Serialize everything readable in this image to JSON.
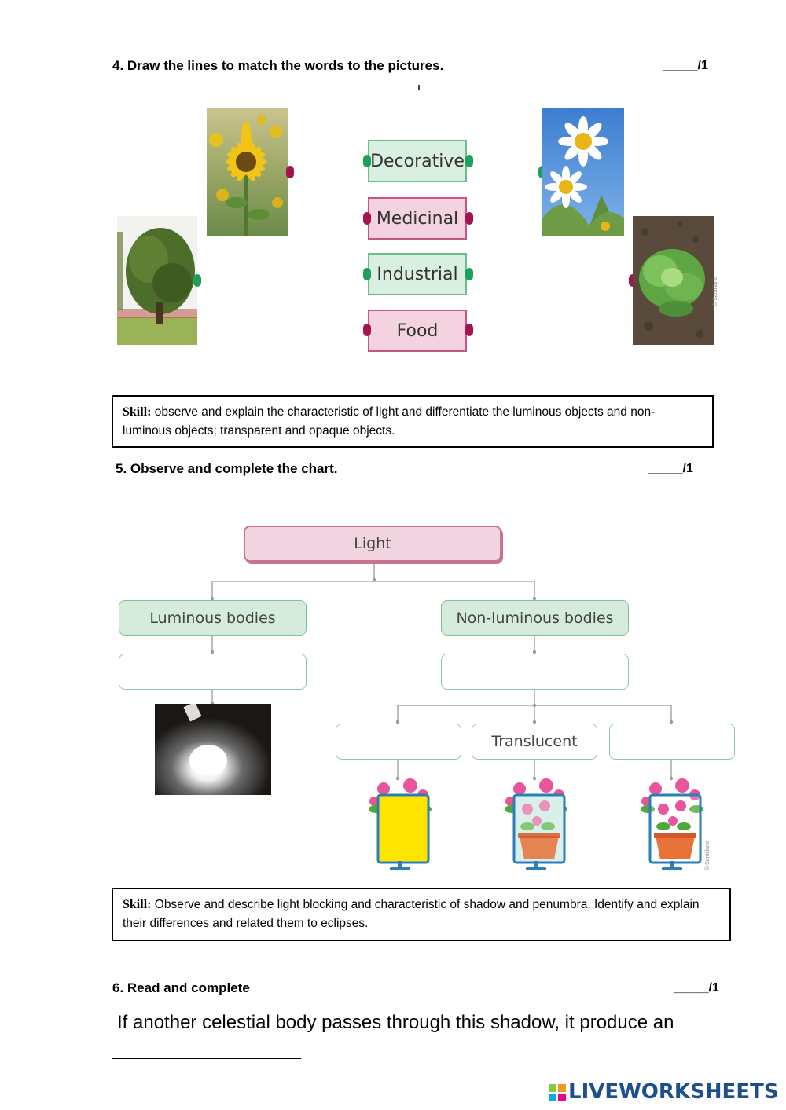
{
  "q4": {
    "title": "4. Draw the lines to match the words to the pictures.",
    "score": "_____/1",
    "words": [
      "Decorative",
      "Medicinal",
      "Industrial",
      "Food"
    ],
    "images": [
      "sunflower",
      "tree",
      "chamomile",
      "lettuce"
    ],
    "credit": "© Santillana"
  },
  "skill1": {
    "label": "Skill:",
    "text": "observe and explain the characteristic of light and differentiate the luminous objects and non-luminous objects; transparent and opaque objects."
  },
  "q5": {
    "title": "5. Observe and complete the chart.",
    "score": "_____/1",
    "root": "Light",
    "left": "Luminous bodies",
    "right": "Non-luminous bodies",
    "middle_leaf": "Translucent",
    "credit": "© Santillana"
  },
  "skill2": {
    "label": "Skill:",
    "text": "Observe and describe light blocking and characteristic of shadow and penumbra. Identify and explain their differences and related them to eclipses."
  },
  "q6": {
    "title": "6. Read and complete",
    "score": "_____/1",
    "sentence": "If another celestial body passes through this shadow, it produce an"
  },
  "footer": {
    "brand": "LIVEWORKSHEETS"
  },
  "colors": {
    "green": "#1fa05a",
    "pink": "#a3154f",
    "yellow": "#ffe400",
    "brand": "#1d4f8c"
  }
}
